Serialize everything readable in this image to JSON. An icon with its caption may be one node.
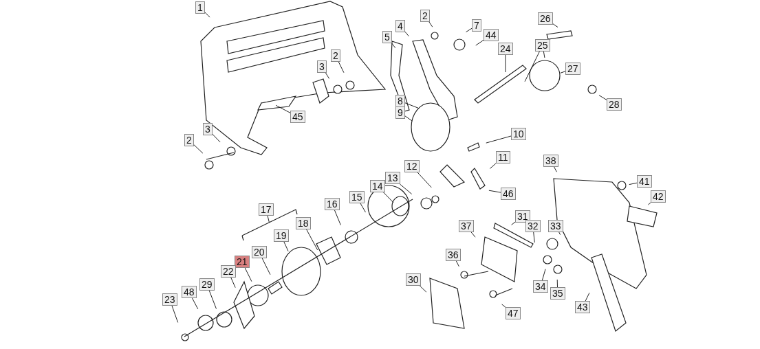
{
  "diagram": {
    "nodes": [
      {
        "text": [
          "1"
        ]
      },
      {
        "text": [
          "2"
        ]
      },
      {
        "text": [
          "4"
        ]
      },
      {
        "text": [
          "7"
        ]
      },
      {
        "text": [
          "44"
        ]
      },
      {
        "text": [
          "5"
        ]
      },
      {
        "text": [
          "26"
        ]
      },
      {
        "text": [
          "25"
        ]
      },
      {
        "text": [
          "24"
        ]
      },
      {
        "text": [
          "27"
        ]
      },
      {
        "text": [
          "3"
        ]
      },
      {
        "text": [
          "2"
        ]
      },
      {
        "text": [
          "28"
        ]
      },
      {
        "text": [
          "45"
        ]
      },
      {
        "text": [
          "8"
        ]
      },
      {
        "text": [
          "9"
        ]
      },
      {
        "text": [
          "10"
        ]
      },
      {
        "text": [
          "3"
        ]
      },
      {
        "text": [
          "2"
        ]
      },
      {
        "text": [
          "11"
        ]
      },
      {
        "text": [
          "38"
        ]
      },
      {
        "text": [
          "41"
        ]
      },
      {
        "text": [
          "12"
        ]
      },
      {
        "text": [
          "42"
        ]
      },
      {
        "text": [
          "46"
        ]
      },
      {
        "text": [
          "13"
        ]
      },
      {
        "text": [
          "14"
        ]
      },
      {
        "text": [
          "15"
        ]
      },
      {
        "text": [
          "16"
        ]
      },
      {
        "text": [
          "17"
        ]
      },
      {
        "text": [
          "18"
        ]
      },
      {
        "text": [
          "19"
        ]
      },
      {
        "text": [
          "20"
        ]
      },
      {
        "text": [
          "31"
        ]
      },
      {
        "text": [
          "37"
        ]
      },
      {
        "text": [
          "32"
        ]
      },
      {
        "text": [
          "33"
        ]
      },
      {
        "text": [
          "21"
        ]
      },
      {
        "text": [
          "22"
        ]
      },
      {
        "text": [
          "36"
        ]
      },
      {
        "text": [
          "48"
        ]
      },
      {
        "text": [
          "29"
        ]
      },
      {
        "text": [
          "30"
        ]
      },
      {
        "text": [
          "34"
        ]
      },
      {
        "text": [
          "35"
        ]
      },
      {
        "text": [
          "23"
        ]
      },
      {
        "text": [
          "47"
        ]
      },
      {
        "text": [
          "43"
        ]
      }
    ],
    "edges": [
      {
        "from": 0,
        "to": null,
        "arrow": "none"
      },
      {
        "from": 1,
        "to": null,
        "arrow": "none"
      },
      {
        "from": 2,
        "to": null,
        "arrow": "none"
      },
      {
        "from": 3,
        "to": null,
        "arrow": "none"
      },
      {
        "from": 4,
        "to": null,
        "arrow": "none"
      },
      {
        "from": 5,
        "to": null,
        "arrow": "none"
      },
      {
        "from": 6,
        "to": null,
        "arrow": "none"
      },
      {
        "from": 7,
        "to": null,
        "arrow": "none"
      },
      {
        "from": 7,
        "to": null,
        "arrow": "none"
      },
      {
        "from": 8,
        "to": null,
        "arrow": "none"
      },
      {
        "from": 9,
        "to": null,
        "arrow": "none"
      },
      {
        "from": 10,
        "to": null,
        "arrow": "none"
      },
      {
        "from": 11,
        "to": null,
        "arrow": "none"
      },
      {
        "from": 12,
        "to": null,
        "arrow": "none"
      },
      {
        "from": 13,
        "to": null,
        "arrow": "none"
      },
      {
        "from": 14,
        "to": null,
        "arrow": "none"
      },
      {
        "from": 15,
        "to": null,
        "arrow": "none"
      },
      {
        "from": 16,
        "to": null,
        "arrow": "none"
      },
      {
        "from": 17,
        "to": null,
        "arrow": "none"
      },
      {
        "from": 18,
        "to": null,
        "arrow": "none"
      },
      {
        "from": 19,
        "to": null,
        "arrow": "none"
      },
      {
        "from": 20,
        "to": null,
        "arrow": "none"
      },
      {
        "from": 21,
        "to": null,
        "arrow": "none"
      },
      {
        "from": 22,
        "to": null,
        "arrow": "none"
      },
      {
        "from": 23,
        "to": null,
        "arrow": "none"
      },
      {
        "from": 24,
        "to": null,
        "arrow": "none"
      },
      {
        "from": 25,
        "to": null,
        "arrow": "none"
      },
      {
        "from": 26,
        "to": null,
        "arrow": "none"
      },
      {
        "from": 27,
        "to": null,
        "arrow": "none"
      },
      {
        "from": 28,
        "to": null,
        "arrow": "none"
      },
      {
        "from": 29,
        "to": null,
        "arrow": "none"
      },
      {
        "from": 30,
        "to": null,
        "arrow": "none"
      },
      {
        "from": 31,
        "to": null,
        "arrow": "none"
      },
      {
        "from": 32,
        "to": null,
        "arrow": "none"
      },
      {
        "from": 33,
        "to": null,
        "arrow": "none"
      },
      {
        "from": 34,
        "to": null,
        "arrow": "none"
      },
      {
        "from": 35,
        "to": null,
        "arrow": "none"
      },
      {
        "from": 36,
        "to": null,
        "arrow": "none"
      },
      {
        "from": 37,
        "to": null,
        "arrow": "none"
      },
      {
        "from": 38,
        "to": null,
        "arrow": "none"
      },
      {
        "from": 39,
        "to": null,
        "arrow": "none"
      },
      {
        "from": 40,
        "to": null,
        "arrow": "none"
      },
      {
        "from": 41,
        "to": null,
        "arrow": "none"
      },
      {
        "from": 42,
        "to": null,
        "arrow": "none"
      },
      {
        "from": 43,
        "to": null,
        "arrow": "none"
      },
      {
        "from": 44,
        "to": null,
        "arrow": "none"
      },
      {
        "from": 45,
        "to": null,
        "arrow": "none"
      },
      {
        "from": 46,
        "to": null,
        "arrow": "none"
      },
      {
        "from": 47,
        "to": null,
        "arrow": "none"
      }
    ]
  }
}
